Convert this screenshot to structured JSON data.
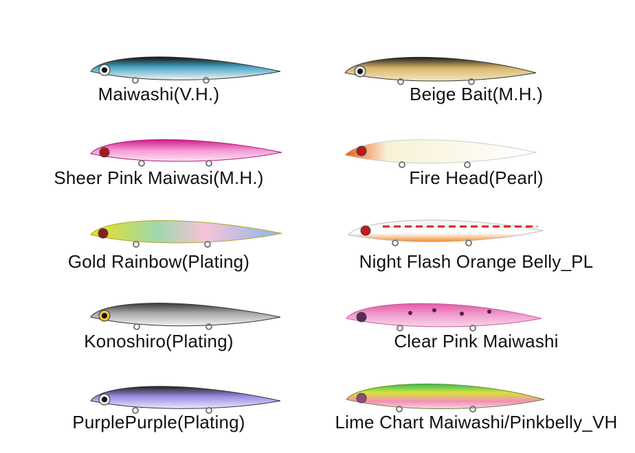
{
  "lures": [
    {
      "label": "Maiwashi(V.H.)",
      "back": "#111111",
      "side": "#4aa7c6",
      "belly": "#f4f4f4",
      "accent": "#e8c24a"
    },
    {
      "label": "Sheer Pink Maiwasi(M.H.)",
      "back": "#d11a8c",
      "side": "#f59ad4",
      "belly": "#fbe3f2",
      "accent": "#f0d84a"
    },
    {
      "label": "Gold Rainbow(Plating)",
      "back": "#e9e21a",
      "side": "#9fd7b0",
      "belly": "#f7c2d8",
      "accent": "#86b9e8"
    },
    {
      "label": "Konoshiro(Plating)",
      "back": "#3a3a3a",
      "side": "#a9a9a9",
      "belly": "#f2f2f2",
      "accent": "#555555"
    },
    {
      "label": "PurplePurple(Plating)",
      "back": "#222222",
      "side": "#9b8ae0",
      "belly": "#ece6ff",
      "accent": "#6b56c9"
    },
    {
      "label": "Beige Bait(M.H.)",
      "back": "#1b1b1b",
      "side": "#d9b56a",
      "belly": "#f4e7c5",
      "accent": "#8fb7d6"
    },
    {
      "label": "Fire Head(Pearl)",
      "back": "#f7f2d6",
      "side": "#ffffff",
      "belly": "#ffffff",
      "accent": "#f25a1a"
    },
    {
      "label": "Night Flash Orange Belly_PL",
      "back": "#f3f3f3",
      "side": "#d81f1f",
      "belly": "#f08a2a",
      "accent": "#d81f1f"
    },
    {
      "label": "Clear Pink Maiwashi",
      "back": "#e45aa8",
      "side": "#f2a5d2",
      "belly": "#f7d5ea",
      "accent": "#5a2a5a"
    },
    {
      "label": "Lime Chart Maiwashi/Pinkbelly_VH",
      "back": "#2fbf5b",
      "side": "#d9e23a",
      "belly": "#f28fb6",
      "accent": "#8f4a7a"
    }
  ]
}
